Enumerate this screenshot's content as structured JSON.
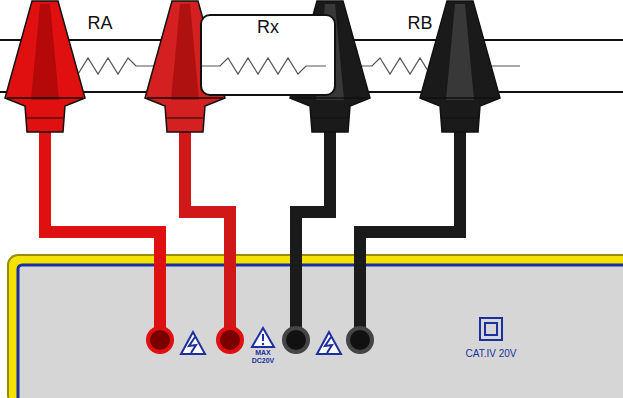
{
  "diagram": {
    "nodes": [
      {
        "text": [
          "Rx"
        ]
      }
    ],
    "labels": [
      "RA",
      "RB",
      "MAX DC20V",
      "CAT.IV 20V"
    ]
  }
}
